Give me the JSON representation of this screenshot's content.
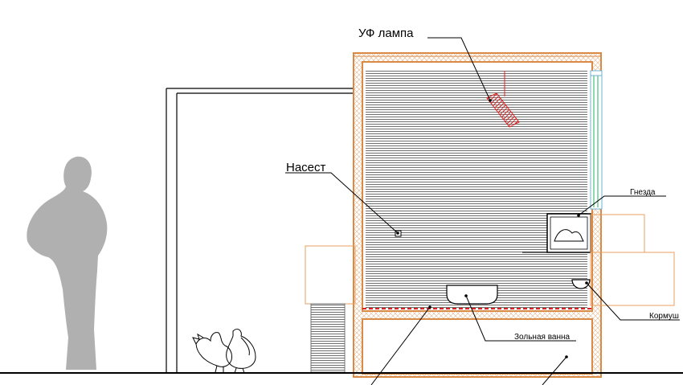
{
  "labels": {
    "uv_lamp": "УФ лампа",
    "perch": "Насест",
    "nests": "Гнезда",
    "feeder": "Кормуш",
    "ash_bath": "Зольная ванна"
  },
  "colors": {
    "wall_frame": "#d98a44",
    "wall_hatch": "#e8b48a",
    "siding": "#707070",
    "lamp": "#e02020",
    "window": "#20b060",
    "human_silhouette": "#b0b0b0",
    "ground": "#000000"
  },
  "icons": {
    "person": "person-silhouette",
    "rooster": "rooster-sketch",
    "hen": "hen-sketch"
  }
}
